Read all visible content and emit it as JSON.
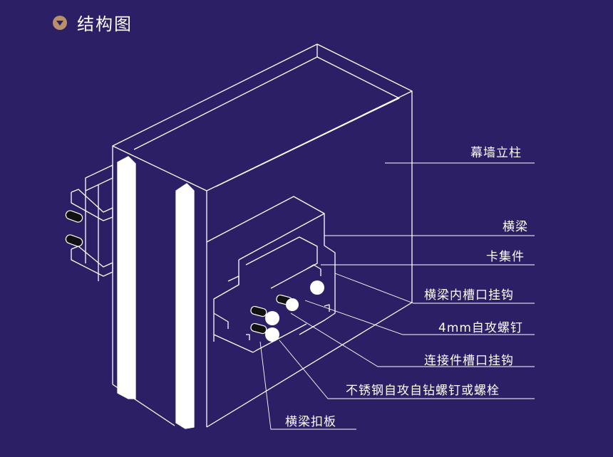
{
  "header": {
    "icon": "triangle-down-icon",
    "title": "结构图"
  },
  "colors": {
    "background": "#2c1f66",
    "line": "#ffffff",
    "accent": "#b8916a"
  },
  "labels": {
    "column": "幕墙立柱",
    "beam": "横梁",
    "clip": "卡集件",
    "beam_groove_hook": "横梁内槽口挂钩",
    "screw_4mm": "4mm自攻螺钉",
    "connector_groove_hook": "连接件槽口挂钩",
    "stainless_screw": "不锈钢自攻自钻螺钉或螺栓",
    "beam_cover": "横梁扣板"
  }
}
